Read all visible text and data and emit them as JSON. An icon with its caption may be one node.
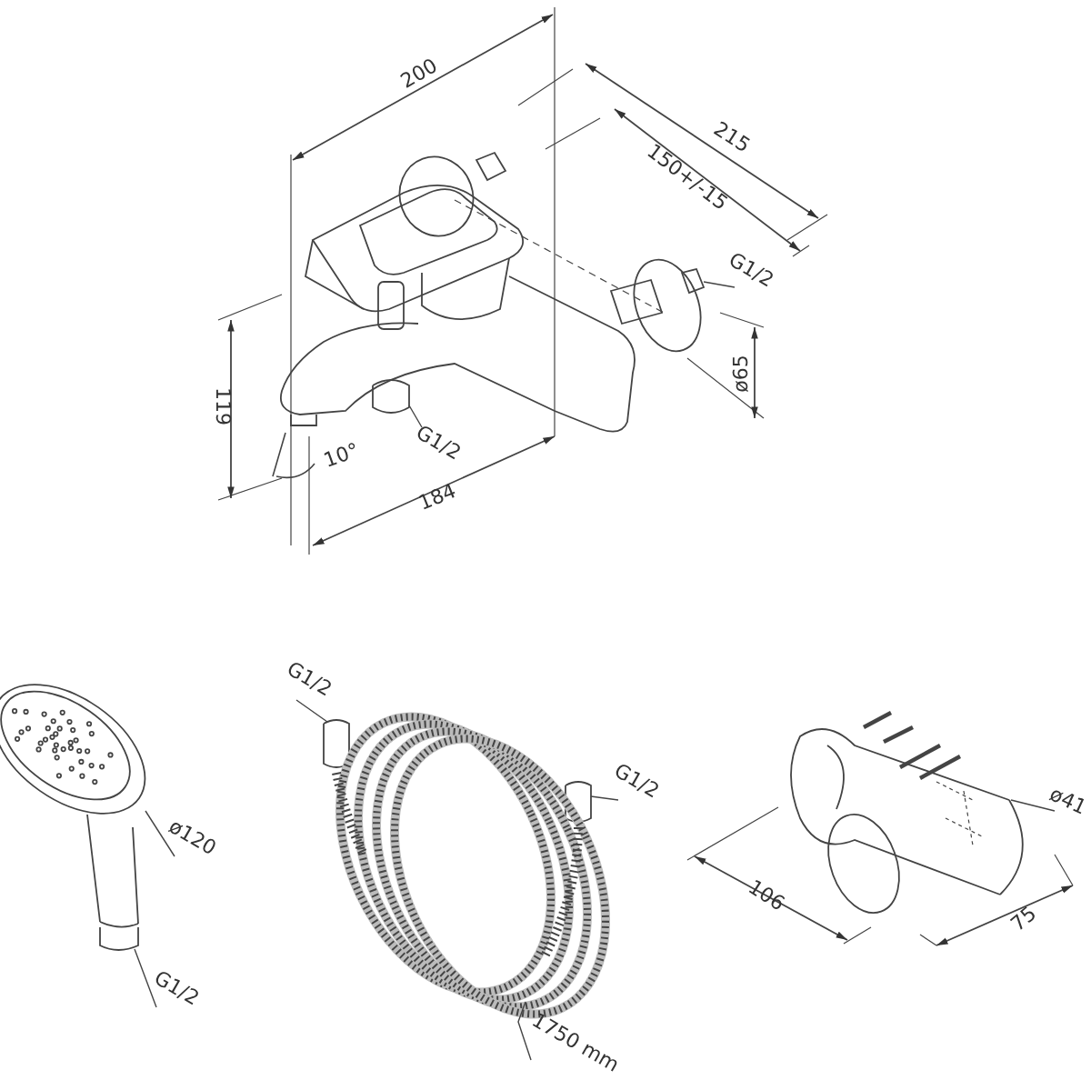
{
  "diagram": {
    "nodes": [
      {
        "text": [
          "G1/2"
        ]
      },
      {
        "text": [
          "G1/2"
        ]
      },
      {
        "text": [
          "ø120"
        ]
      },
      {
        "text": [
          "G1/2"
        ]
      },
      {
        "text": [
          "G1/2"
        ]
      },
      {
        "text": [
          "G1/2"
        ]
      },
      {
        "text": [
          "1750 mm"
        ]
      },
      {
        "text": [
          "ø41"
        ]
      },
      {
        "text": [],
        "shape": "picture"
      },
      {
        "text": [],
        "shape": "picture"
      },
      {
        "text": [],
        "shape": "picture"
      },
      {
        "text": [],
        "shape": "picture"
      },
      {
        "text": [],
        "shape": "picture"
      },
      {
        "text": [],
        "shape": "picture"
      },
      {
        "text": [],
        "shape": "picture"
      },
      {
        "text": [],
        "shape": "picture"
      }
    ],
    "edges": [
      {
        "from": 0,
        "to": 8,
        "arrow": "none"
      },
      {
        "from": 1,
        "to": 9,
        "arrow": "none"
      },
      {
        "from": 2,
        "to": 10,
        "arrow": "none"
      },
      {
        "from": 3,
        "to": 11,
        "arrow": "none"
      },
      {
        "from": 4,
        "to": 12,
        "arrow": "none"
      },
      {
        "from": 5,
        "to": 13,
        "arrow": "none"
      },
      {
        "from": 6,
        "to": 14,
        "arrow": "none"
      },
      {
        "from": 7,
        "to": 15,
        "arrow": "none"
      }
    ],
    "labels": [
      "200",
      "215",
      "150+/-15",
      "ø65",
      "119",
      "10°",
      "184",
      "106",
      "75"
    ]
  }
}
